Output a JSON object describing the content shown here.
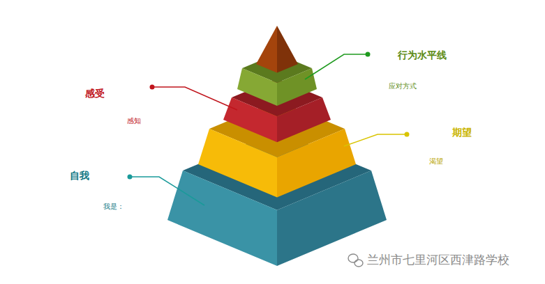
{
  "diagram": {
    "labels": [
      "行为水平线",
      "应对方式",
      "感受",
      "感知",
      "期望",
      "渴望",
      "自我",
      "我是：",
      "兰州市七里河区西津路学校"
    ]
  }
}
